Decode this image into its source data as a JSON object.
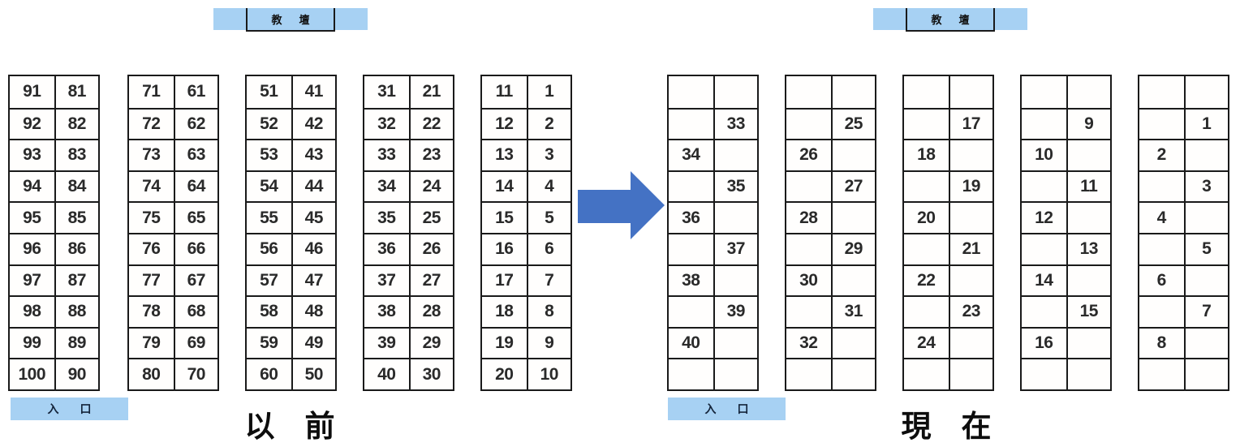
{
  "podium_label": "教　壇",
  "entrance_label": "入　口",
  "arrow_icon": "right-arrow",
  "colors": {
    "panel_blue": "#a7d1f3",
    "arrow_blue": "#4472c4",
    "line_black": "#1a1a1a"
  },
  "before": {
    "caption": "以　前",
    "tables": [
      {
        "rows": [
          [
            "91",
            "81"
          ],
          [
            "92",
            "82"
          ],
          [
            "93",
            "83"
          ],
          [
            "94",
            "84"
          ],
          [
            "95",
            "85"
          ],
          [
            "96",
            "86"
          ],
          [
            "97",
            "87"
          ],
          [
            "98",
            "88"
          ],
          [
            "99",
            "89"
          ],
          [
            "100",
            "90"
          ]
        ]
      },
      {
        "rows": [
          [
            "71",
            "61"
          ],
          [
            "72",
            "62"
          ],
          [
            "73",
            "63"
          ],
          [
            "74",
            "64"
          ],
          [
            "75",
            "65"
          ],
          [
            "76",
            "66"
          ],
          [
            "77",
            "67"
          ],
          [
            "78",
            "68"
          ],
          [
            "79",
            "69"
          ],
          [
            "80",
            "70"
          ]
        ]
      },
      {
        "rows": [
          [
            "51",
            "41"
          ],
          [
            "52",
            "42"
          ],
          [
            "53",
            "43"
          ],
          [
            "54",
            "44"
          ],
          [
            "55",
            "45"
          ],
          [
            "56",
            "46"
          ],
          [
            "57",
            "47"
          ],
          [
            "58",
            "48"
          ],
          [
            "59",
            "49"
          ],
          [
            "60",
            "50"
          ]
        ]
      },
      {
        "rows": [
          [
            "31",
            "21"
          ],
          [
            "32",
            "22"
          ],
          [
            "33",
            "23"
          ],
          [
            "34",
            "24"
          ],
          [
            "35",
            "25"
          ],
          [
            "36",
            "26"
          ],
          [
            "37",
            "27"
          ],
          [
            "38",
            "28"
          ],
          [
            "39",
            "29"
          ],
          [
            "40",
            "30"
          ]
        ]
      },
      {
        "rows": [
          [
            "11",
            "1"
          ],
          [
            "12",
            "2"
          ],
          [
            "13",
            "3"
          ],
          [
            "14",
            "4"
          ],
          [
            "15",
            "5"
          ],
          [
            "16",
            "6"
          ],
          [
            "17",
            "7"
          ],
          [
            "18",
            "8"
          ],
          [
            "19",
            "9"
          ],
          [
            "20",
            "10"
          ]
        ]
      }
    ]
  },
  "after": {
    "caption": "現　在",
    "tables": [
      {
        "rows": [
          [
            "",
            ""
          ],
          [
            "",
            "33"
          ],
          [
            "34",
            ""
          ],
          [
            "",
            "35"
          ],
          [
            "36",
            ""
          ],
          [
            "",
            "37"
          ],
          [
            "38",
            ""
          ],
          [
            "",
            "39"
          ],
          [
            "40",
            ""
          ],
          [
            "",
            ""
          ]
        ]
      },
      {
        "rows": [
          [
            "",
            ""
          ],
          [
            "",
            "25"
          ],
          [
            "26",
            ""
          ],
          [
            "",
            "27"
          ],
          [
            "28",
            ""
          ],
          [
            "",
            "29"
          ],
          [
            "30",
            ""
          ],
          [
            "",
            "31"
          ],
          [
            "32",
            ""
          ],
          [
            "",
            ""
          ]
        ]
      },
      {
        "rows": [
          [
            "",
            ""
          ],
          [
            "",
            "17"
          ],
          [
            "18",
            ""
          ],
          [
            "",
            "19"
          ],
          [
            "20",
            ""
          ],
          [
            "",
            "21"
          ],
          [
            "22",
            ""
          ],
          [
            "",
            "23"
          ],
          [
            "24",
            ""
          ],
          [
            "",
            ""
          ]
        ]
      },
      {
        "rows": [
          [
            "",
            ""
          ],
          [
            "",
            "9"
          ],
          [
            "10",
            ""
          ],
          [
            "",
            "11"
          ],
          [
            "12",
            ""
          ],
          [
            "",
            "13"
          ],
          [
            "14",
            ""
          ],
          [
            "",
            "15"
          ],
          [
            "16",
            ""
          ],
          [
            "",
            ""
          ]
        ]
      },
      {
        "rows": [
          [
            "",
            ""
          ],
          [
            "",
            "1"
          ],
          [
            "2",
            ""
          ],
          [
            "",
            "3"
          ],
          [
            "4",
            ""
          ],
          [
            "",
            "5"
          ],
          [
            "6",
            ""
          ],
          [
            "",
            "7"
          ],
          [
            "8",
            ""
          ],
          [
            "",
            ""
          ]
        ]
      }
    ]
  }
}
